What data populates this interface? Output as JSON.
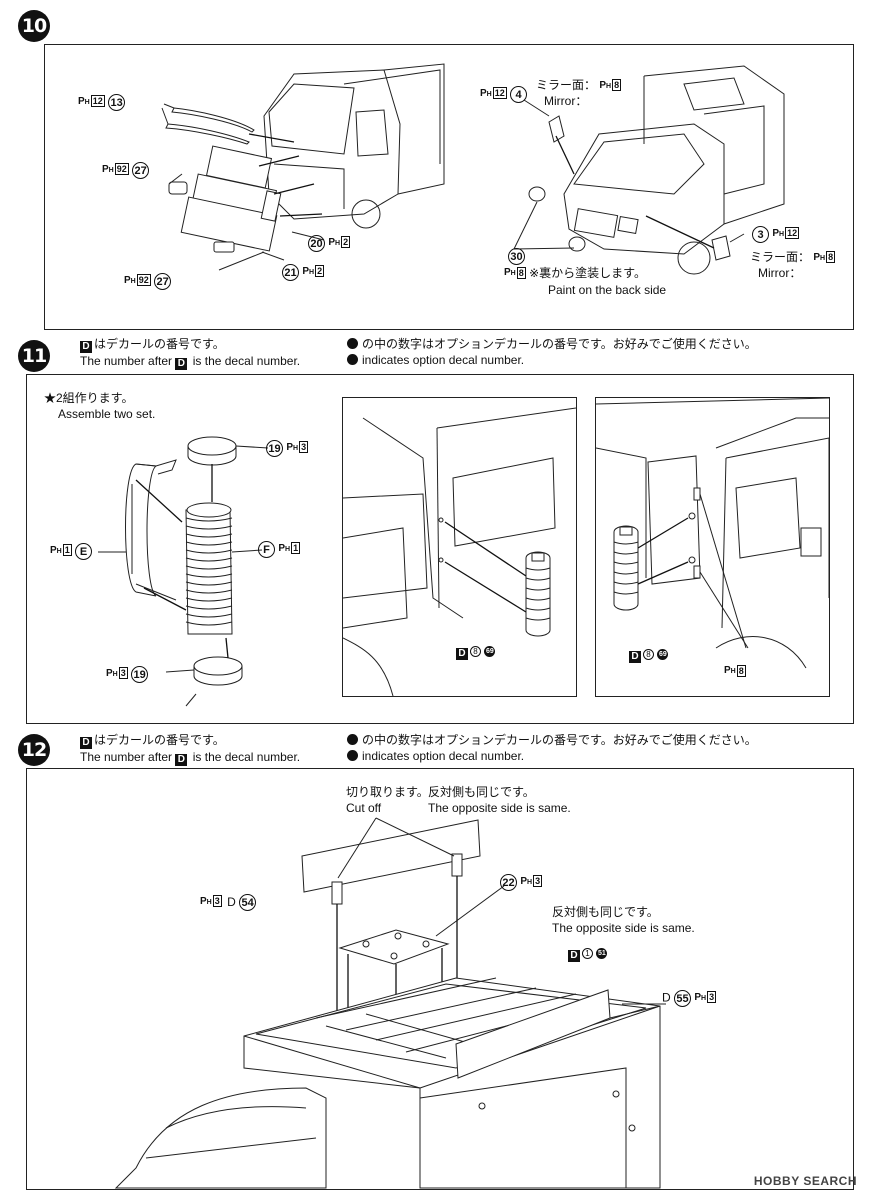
{
  "steps": [
    {
      "number": "10"
    },
    {
      "number": "11"
    },
    {
      "number": "12"
    }
  ],
  "step10": {
    "labels": {
      "p13": {
        "ph": "12",
        "part": "13"
      },
      "p27a": {
        "ph": "92",
        "part": "27"
      },
      "p27b": {
        "ph": "92",
        "part": "27"
      },
      "p20": {
        "ph": "2",
        "part": "20"
      },
      "p21": {
        "ph": "2",
        "part": "21"
      },
      "p4": {
        "ph": "12",
        "part": "4"
      },
      "p3": {
        "ph": "12",
        "part": "3"
      },
      "p30": {
        "ph": "8",
        "part": "30"
      }
    },
    "mirror_face_jp_1": "ミラー面：",
    "mirror_en_1": "Mirror：",
    "mirror_ph_1": "8",
    "mirror_face_jp_2": "ミラー面：",
    "mirror_en_2": "Mirror：",
    "mirror_ph_2": "8",
    "back_paint_jp": "※裏から塗装します。",
    "back_paint_en": "Paint on the back side"
  },
  "decal_notes": {
    "d_jp": "はデカールの番号です。",
    "d_en_pre": "The number after",
    "d_en_post": "is the decal number.",
    "dot_jp": "の中の数字はオプションデカールの番号です。お好みでご使用ください。",
    "dot_en": "indicates option decal number."
  },
  "step11": {
    "star_jp": "★2組作ります。",
    "star_en": "Assemble two set.",
    "labels": {
      "p19a": {
        "ph": "3",
        "part": "19"
      },
      "p19b": {
        "ph": "3",
        "part": "19"
      },
      "pE": {
        "ph": "1",
        "part": "E"
      },
      "pF": {
        "ph": "1",
        "part": "F"
      },
      "d1": {
        "decal": "8",
        "option": "69"
      },
      "d2": {
        "decal": "8",
        "option": "69"
      },
      "ph8": "8"
    }
  },
  "step12": {
    "cut_jp": "切り取ります。",
    "cut_en": "Cut off",
    "opp1_jp": "反対側も同じです。",
    "opp1_en": "The opposite side is same.",
    "opp2_jp": "反対側も同じです。",
    "opp2_en": "The opposite side is same.",
    "labels": {
      "p22": {
        "ph": "3",
        "part": "22"
      },
      "d54": {
        "ph": "3",
        "decal_letter": "D",
        "part": "54"
      },
      "d1": {
        "decal": "1",
        "option": "51"
      },
      "d55": {
        "decal_letter": "D",
        "part": "55",
        "ph": "3"
      }
    }
  },
  "watermark": "HOBBY SEARCH"
}
